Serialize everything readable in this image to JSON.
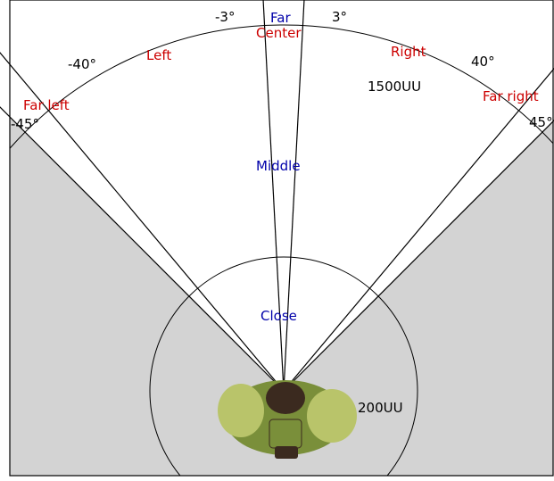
{
  "diagram": {
    "colors": {
      "shaded_region": "#d3d3d3",
      "line": "#000000",
      "zone_label": "#cc0000",
      "distance_band": "#0000aa",
      "angle_label": "#000000",
      "radius_label": "#000000",
      "background": "#ffffff",
      "armor_main": "#7a8f3a",
      "armor_light": "#b9c46a",
      "armor_dark": "#3b2a1f"
    },
    "angle_labels": {
      "minus45": "-45°",
      "minus40": "-40°",
      "minus3": "-3°",
      "plus3": "3°",
      "plus40": "40°",
      "plus45": "45°"
    },
    "zone_labels": {
      "far_left": "Far left",
      "left": "Left",
      "center": "Center",
      "right": "Right",
      "far_right": "Far right"
    },
    "distance_labels": {
      "far": "Far",
      "middle": "Middle",
      "close": "Close"
    },
    "radius_labels": {
      "outer": "1500UU",
      "inner": "200UU"
    },
    "player_icon": "armored-soldier-topdown-icon"
  }
}
